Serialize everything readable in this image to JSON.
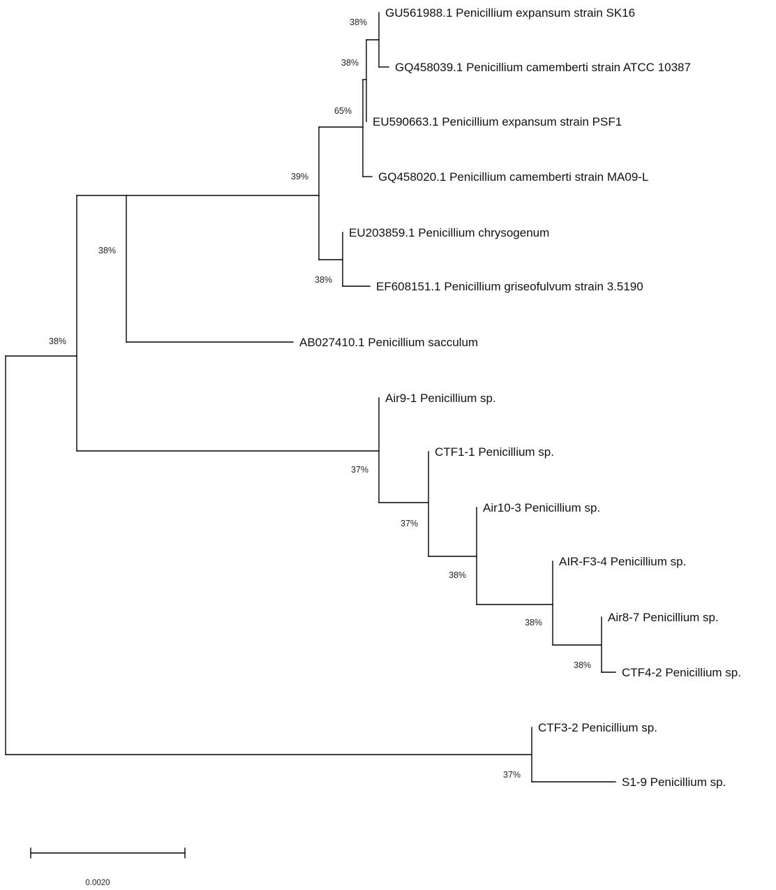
{
  "tree": {
    "leaves": [
      {
        "id": "L1",
        "label": "GU561988.1 Penicillium expansum strain SK16"
      },
      {
        "id": "L2",
        "label": "GQ458039.1 Penicillium camemberti strain ATCC 10387"
      },
      {
        "id": "L3",
        "label": "EU590663.1 Penicillium expansum strain PSF1"
      },
      {
        "id": "L4",
        "label": "GQ458020.1 Penicillium camemberti strain MA09-L"
      },
      {
        "id": "L5",
        "label": "EU203859.1 Penicillium chrysogenum"
      },
      {
        "id": "L6",
        "label": "EF608151.1 Penicillium griseofulvum strain 3.5190"
      },
      {
        "id": "L7",
        "label": "AB027410.1 Penicillium sacculum"
      },
      {
        "id": "L8",
        "label": "Air9-1 Penicillium sp."
      },
      {
        "id": "L9",
        "label": "CTF1-1 Penicillium sp."
      },
      {
        "id": "L10",
        "label": "Air10-3 Penicillium sp."
      },
      {
        "id": "L11",
        "label": "AIR-F3-4 Penicillium sp."
      },
      {
        "id": "L12",
        "label": "Air8-7 Penicillium sp."
      },
      {
        "id": "L13",
        "label": "CTF4-2 Penicillium sp."
      },
      {
        "id": "L14",
        "label": "CTF3-2 Penicillium sp."
      },
      {
        "id": "L15",
        "label": "S1-9 Penicillium sp."
      }
    ],
    "nodes": [
      {
        "id": "root",
        "children": [
          "N1",
          "N12"
        ],
        "support": ""
      },
      {
        "id": "N1",
        "children": [
          "N2",
          "N8"
        ],
        "support": "38%"
      },
      {
        "id": "N2",
        "children": [
          "N3",
          "L7"
        ],
        "support": "38%"
      },
      {
        "id": "N3",
        "children": [
          "N4",
          "N7"
        ],
        "support": "39%"
      },
      {
        "id": "N4",
        "children": [
          "N5",
          "L4"
        ],
        "support": "65%"
      },
      {
        "id": "N5",
        "children": [
          "N6",
          "L3"
        ],
        "support": "38%"
      },
      {
        "id": "N6",
        "children": [
          "L1",
          "L2"
        ],
        "support": "38%"
      },
      {
        "id": "N7",
        "children": [
          "L5",
          "L6"
        ],
        "support": "38%"
      },
      {
        "id": "N8",
        "children": [
          "L8",
          "N9"
        ],
        "support": "37%"
      },
      {
        "id": "N9",
        "children": [
          "L9",
          "N10"
        ],
        "support": "37%"
      },
      {
        "id": "N10",
        "children": [
          "L10",
          "N11"
        ],
        "support": "38%"
      },
      {
        "id": "N11",
        "children": [
          "L11",
          "N13"
        ],
        "support": "38%"
      },
      {
        "id": "N13",
        "children": [
          "L12",
          "L13"
        ],
        "support": "38%"
      },
      {
        "id": "N12",
        "children": [
          "L14",
          "L15"
        ],
        "support": "37%"
      }
    ]
  },
  "scale_bar": {
    "label": "0.0020",
    "length": 0.002
  }
}
